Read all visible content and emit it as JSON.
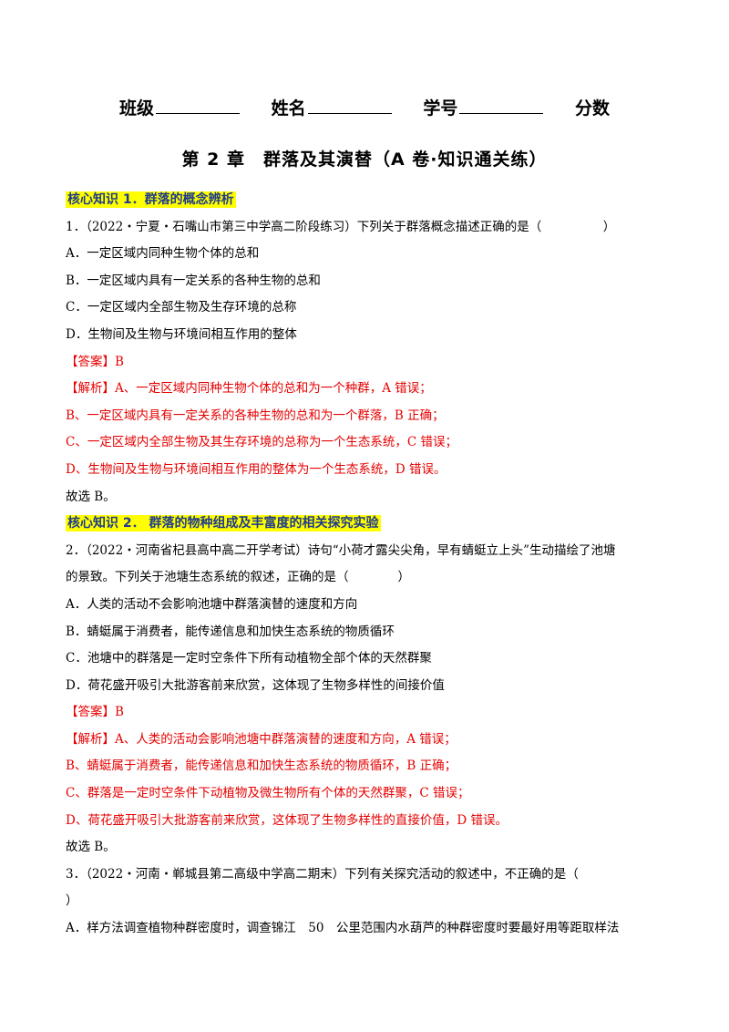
{
  "header": {
    "class_label": "班级",
    "name_label": "姓名",
    "number_label": "学号",
    "score_label": "分数"
  },
  "title": "第 2 章　群落及其演替（A 卷·知识通关练）",
  "sections": {
    "s1": "核心知识 1．群落的概念辨析",
    "s2": "核心知识 2．  群落的物种组成及丰富度的相关探究实验"
  },
  "q1": {
    "stem": "1．（2022・宁夏・石嘴山市第三中学高二阶段练习）下列关于群落概念描述正确的是（　　　　　）",
    "A": "A．一定区域内同种生物个体的总和",
    "B": "B．一定区域内具有一定关系的各种生物的总和",
    "C": "C．一定区域内全部生物及生存环境的总称",
    "D": "D．生物间及生物与环境间相互作用的整体",
    "answer_tag": "【答案】",
    "answer": "B",
    "analysis_tag": "【解析】",
    "analysis": [
      "A、一定区域内同种生物个体的总和为一个种群，A 错误；",
      "B、一定区域内具有一定关系的各种生物的总和为一个群落，B 正确；",
      "C、一定区域内全部生物及其生存环境的总称为一个生态系统，C 错误；",
      "D、生物间及生物与环境间相互作用的整体为一个生态系统，D 错误。"
    ],
    "conclusion": "故选 B。"
  },
  "q2": {
    "stem1": "2．（2022・河南省杞县高中高二开学考试）诗句“小荷才露尖尖角，早有蜻蜓立上头”生动描绘了池塘",
    "stem2": "的景致。下列关于池塘生态系统的叙述，正确的是（　　　　）",
    "A": "A．人类的活动不会影响池塘中群落演替的速度和方向",
    "B": "B．蜻蜓属于消费者，能传递信息和加快生态系统的物质循环",
    "C": "C．池塘中的群落是一定时空条件下所有动植物全部个体的天然群聚",
    "D": "D．荷花盛开吸引大批游客前来欣赏，这体现了生物多样性的间接价值",
    "answer_tag": "【答案】",
    "answer": "B",
    "analysis_tag": "【解析】",
    "analysis": [
      "A、人类的活动会影响池塘中群落演替的速度和方向，A 错误；",
      "B、蜻蜓属于消费者，能传递信息和加快生态系统的物质循环，B 正确；",
      "C、群落是一定时空条件下动植物及微生物所有个体的天然群聚，C 错误；",
      "D、荷花盛开吸引大批游客前来欣赏，这体现了生物多样性的直接价值，D 错误。"
    ],
    "conclusion": "故选 B。"
  },
  "q3": {
    "stem1": "3．（2022・河南・郸城县第二高级中学高二期末）下列有关探究活动的叙述中，不正确的是（",
    "stem2": "）",
    "A": "A．样方法调查植物种群密度时，调查锦江　50　公里范围内水葫芦的种群密度时要最好用等距取样法"
  }
}
